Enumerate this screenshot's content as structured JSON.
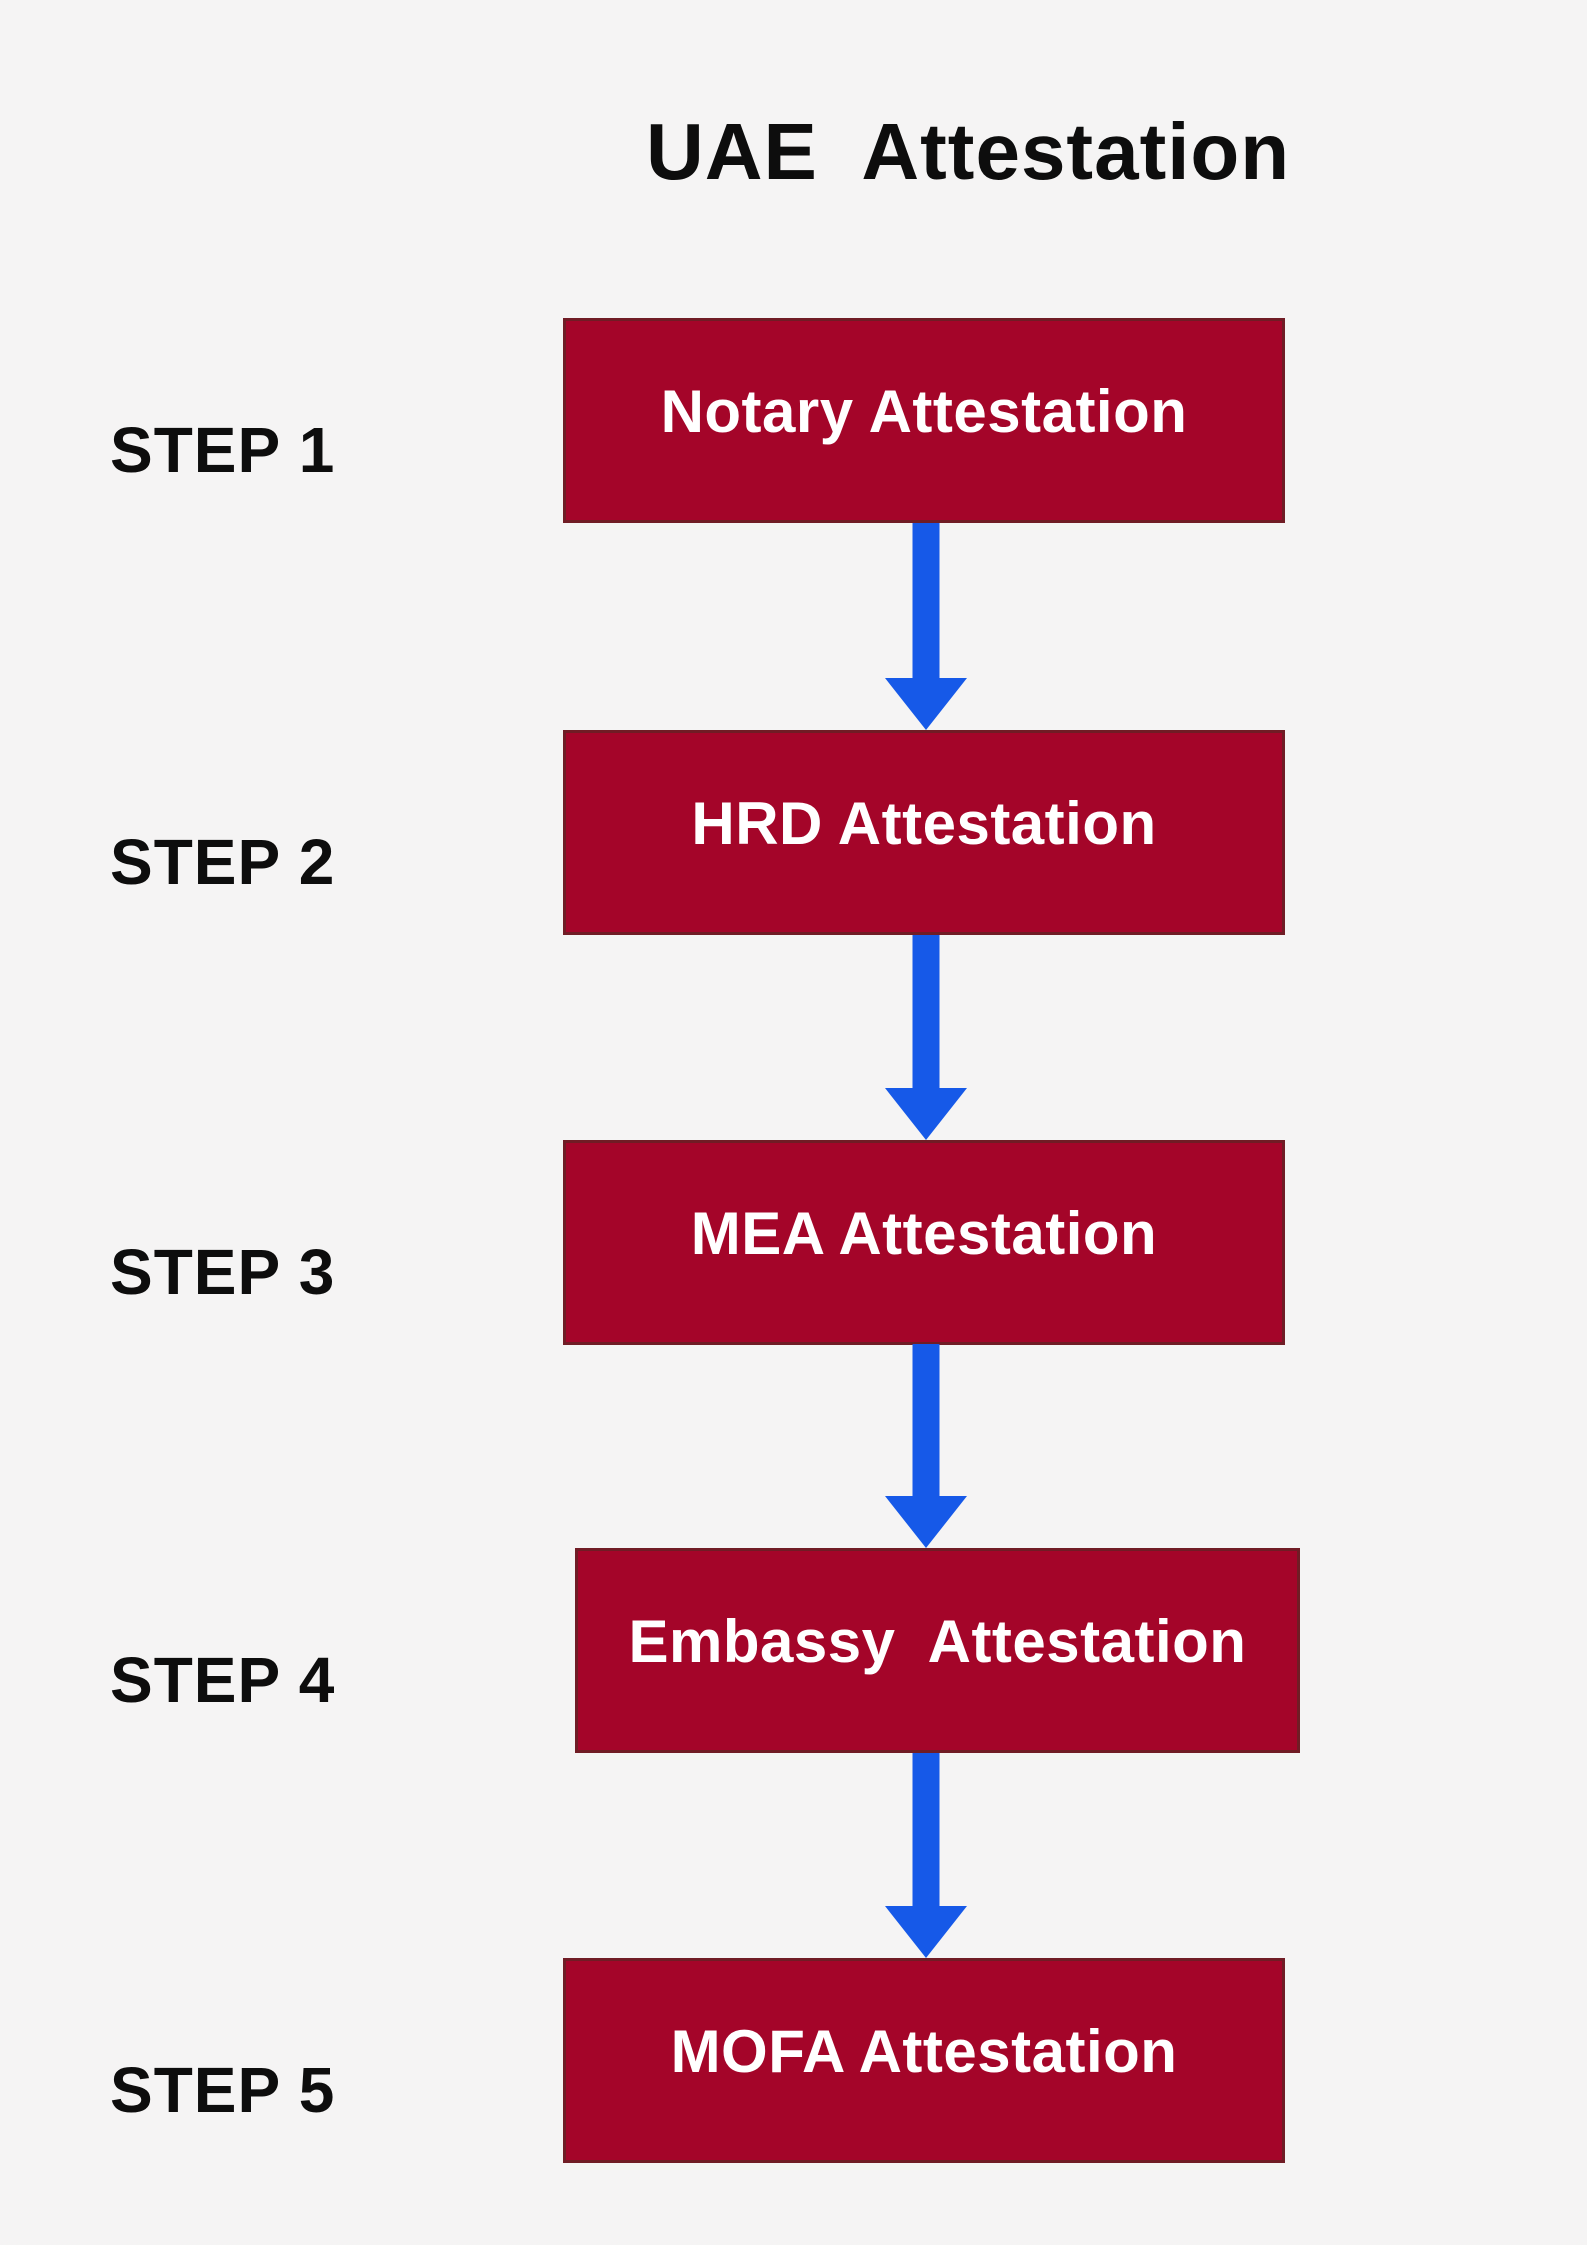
{
  "title": "UAE  Attestation",
  "colors": {
    "page_bg": "#f5f4f4",
    "box_fill": "#a40529",
    "box_border": "#701c25",
    "box_text": "#ffffff",
    "heading_text": "#0d0d0d",
    "arrow": "#1659e8"
  },
  "steps": [
    {
      "label": "STEP 1",
      "box": "Notary Attestation"
    },
    {
      "label": "STEP 2",
      "box": "HRD Attestation"
    },
    {
      "label": "STEP 3",
      "box": "MEA Attestation"
    },
    {
      "label": "STEP 4",
      "box": "Embassy  Attestation"
    },
    {
      "label": "STEP 5",
      "box": "MOFA Attestation"
    }
  ]
}
